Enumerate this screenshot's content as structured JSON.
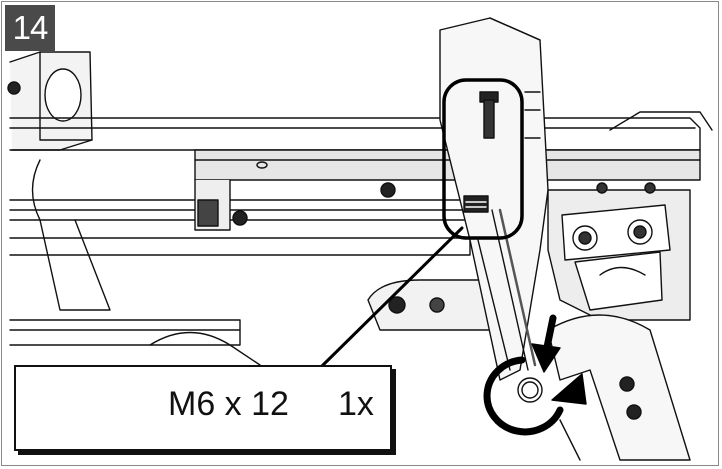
{
  "step": {
    "number": "14"
  },
  "parts": {
    "bolt_icon": "bolt-icon",
    "nut_icon": "nut-icon",
    "size": "M6 x 12",
    "quantity": "1x"
  },
  "colors": {
    "line": "#111111",
    "badge": "#4a4a4a",
    "frame": "#8a8a8a",
    "shade": "#d9d9d9"
  }
}
